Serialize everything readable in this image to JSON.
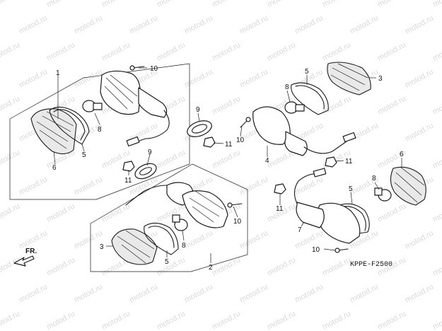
{
  "watermark": "motod.ru",
  "diagram_code": "KPPE-F2500",
  "direction_label": "FR.",
  "callouts": [
    "1",
    "2",
    "3",
    "4",
    "5",
    "6",
    "7",
    "8",
    "9",
    "10",
    "11"
  ]
}
